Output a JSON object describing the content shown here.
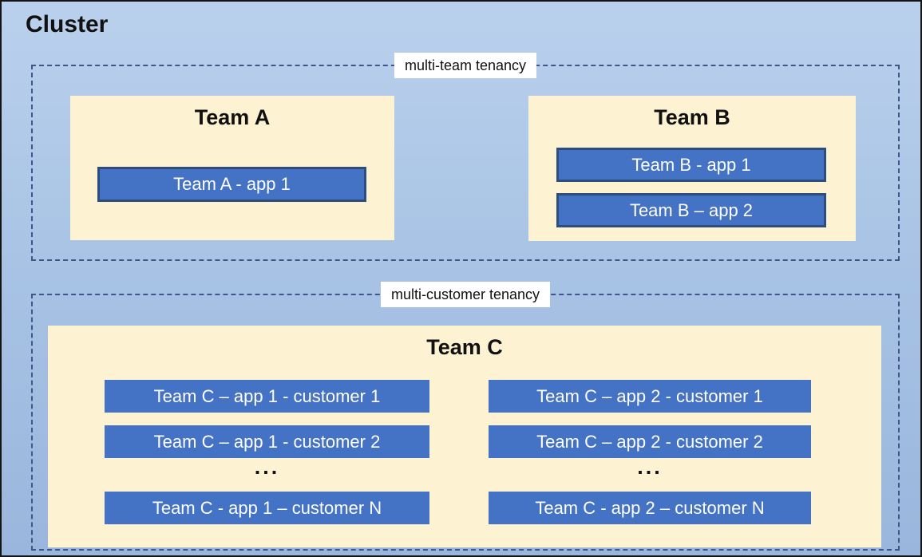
{
  "cluster": {
    "title": "Cluster"
  },
  "colors": {
    "background_top": "#bad1ed",
    "background_bottom": "#9ab6dc",
    "dashed_border": "#3c5788",
    "team_panel_bg": "#fdf2d2",
    "app_fill": "#4472c4",
    "app_border": "#2d4d7e",
    "app_text": "#ffffff",
    "outer_border": "#151515",
    "label_bg": "#ffffff"
  },
  "sections": [
    {
      "label": "multi-team tenancy",
      "teams": [
        {
          "name": "Team A",
          "apps": [
            "Team A - app 1"
          ]
        },
        {
          "name": "Team B",
          "apps": [
            "Team B - app 1",
            "Team B – app 2"
          ]
        }
      ]
    },
    {
      "label": "multi-customer tenancy",
      "teams": [
        {
          "name": "Team C",
          "columns": [
            {
              "rows": [
                "Team C – app 1 - customer 1",
                "Team C – app 1 - customer 2",
                "Team C - app 1 – customer N"
              ],
              "ellipsis": "..."
            },
            {
              "rows": [
                "Team C – app 2 - customer 1",
                "Team C – app 2 - customer 2",
                "Team C - app 2 – customer N"
              ],
              "ellipsis": "..."
            }
          ]
        }
      ]
    }
  ]
}
